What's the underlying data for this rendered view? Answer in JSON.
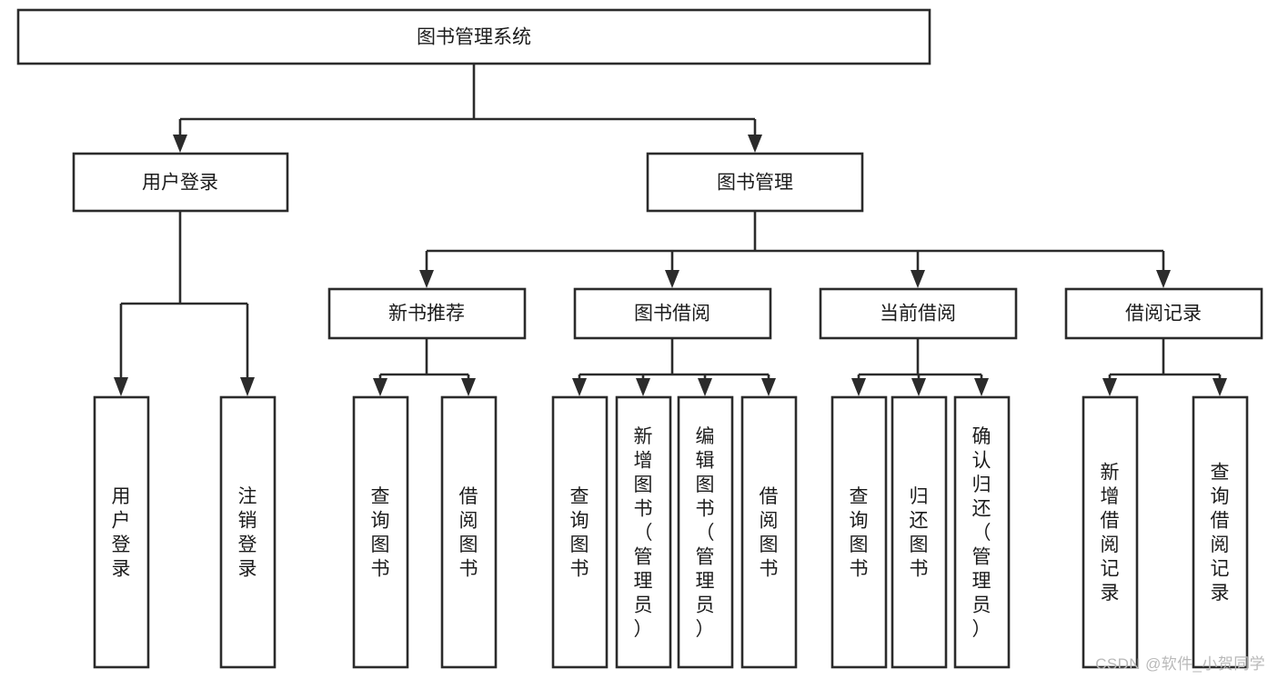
{
  "diagram": {
    "type": "tree-hierarchy",
    "title": "图书管理系统",
    "watermark": "CSDN @软件_小贺同学",
    "colors": {
      "stroke": "#2b2b2b",
      "fill": "#ffffff",
      "text": "#1c1c1c",
      "watermark": "#b9b9b9",
      "background": "#ffffff"
    },
    "levels": {
      "root": {
        "label": "图书管理系统"
      },
      "level2": [
        {
          "id": "user-login",
          "label": "用户登录"
        },
        {
          "id": "book-management",
          "label": "图书管理"
        }
      ],
      "level3": [
        {
          "id": "new-book-recommend",
          "label": "新书推荐",
          "parent": "book-management"
        },
        {
          "id": "book-borrow",
          "label": "图书借阅",
          "parent": "book-management"
        },
        {
          "id": "current-borrow",
          "label": "当前借阅",
          "parent": "book-management"
        },
        {
          "id": "borrow-record",
          "label": "借阅记录",
          "parent": "book-management"
        }
      ],
      "leaves": [
        {
          "id": "leaf-user-login",
          "label": "用户登录",
          "parent": "user-login"
        },
        {
          "id": "leaf-user-logout",
          "label": "注销登录",
          "parent": "user-login"
        },
        {
          "id": "leaf-query-book-1",
          "label": "查询图书",
          "parent": "new-book-recommend"
        },
        {
          "id": "leaf-borrow-book-1",
          "label": "借阅图书",
          "parent": "new-book-recommend"
        },
        {
          "id": "leaf-query-book-2",
          "label": "查询图书",
          "parent": "book-borrow"
        },
        {
          "id": "leaf-add-book",
          "label": "新增图书（管理员）",
          "parent": "book-borrow"
        },
        {
          "id": "leaf-edit-book",
          "label": "编辑图书（管理员）",
          "parent": "book-borrow"
        },
        {
          "id": "leaf-borrow-book-2",
          "label": "借阅图书",
          "parent": "book-borrow"
        },
        {
          "id": "leaf-query-book-3",
          "label": "查询图书",
          "parent": "current-borrow"
        },
        {
          "id": "leaf-return-book",
          "label": "归还图书",
          "parent": "current-borrow"
        },
        {
          "id": "leaf-confirm-return",
          "label": "确认归还（管理员）",
          "parent": "current-borrow"
        },
        {
          "id": "leaf-add-record",
          "label": "新增借阅记录",
          "parent": "borrow-record"
        },
        {
          "id": "leaf-query-record",
          "label": "查询借阅记录",
          "parent": "borrow-record"
        }
      ]
    }
  }
}
